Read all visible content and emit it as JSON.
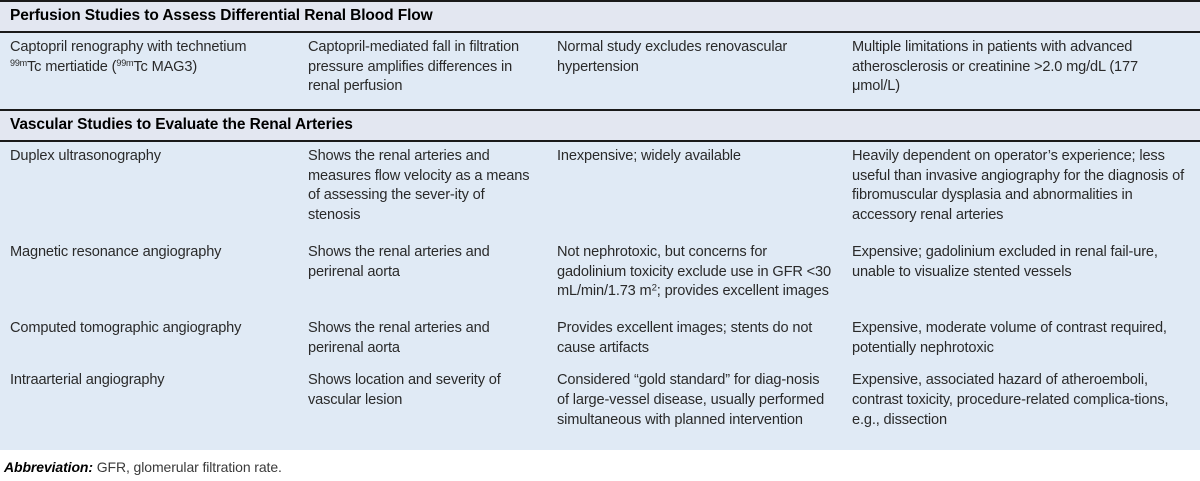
{
  "table": {
    "sections": [
      {
        "heading": "Perfusion Studies to Assess Differential Renal Blood Flow",
        "rows": [
          {
            "modality_line1": "Captopril renography with technetium",
            "modality_sup1": "99m",
            "modality_line2a": "Tc mertiatide (",
            "modality_sup2": "99m",
            "modality_line2b": "Tc MAG3)",
            "description": "Captopril-mediated fall in filtration pressure amplifies differences in renal perfusion",
            "advantages": "Normal study excludes renovascular hypertension",
            "limitations_a": "Multiple limitations in patients with advanced atherosclerosis or creatinine >2.0 mg/dL (177 ",
            "limitations_b": "μmol/L)"
          }
        ]
      },
      {
        "heading": "Vascular Studies to Evaluate the Renal Arteries",
        "rows": [
          {
            "modality": "Duplex ultrasonography",
            "description": "Shows the renal arteries and measures flow velocity as a means of assessing the sever-ity of stenosis",
            "advantages": "Inexpensive; widely available",
            "limitations": "Heavily dependent on operator’s experience; less useful than invasive angiography for the diagnosis of fibromuscular dysplasia and abnormalities in accessory renal arteries"
          },
          {
            "modality": "Magnetic resonance angiography",
            "description": "Shows the renal arteries and perirenal aorta",
            "advantages_a": "Not nephrotoxic, but concerns for gadolinium toxicity exclude use in GFR <30 mL/min/1.73 m",
            "advantages_sup": "2",
            "advantages_b": "; provides excellent images",
            "limitations": "Expensive; gadolinium excluded in renal fail-ure, unable to visualize stented vessels"
          },
          {
            "modality": "Computed tomographic angiography",
            "description": "Shows the renal arteries and perirenal aorta",
            "advantages": "Provides excellent images; stents do not cause artifacts",
            "limitations": "Expensive, moderate volume of contrast required, potentially nephrotoxic"
          },
          {
            "modality": "Intraarterial angiography",
            "description": "Shows location and severity of vascular lesion",
            "advantages": "Considered “gold standard” for diag-nosis of large-vessel disease, usually performed simultaneous with planned intervention",
            "limitations": "Expensive, associated hazard of atheroemboli, contrast toxicity, procedure-related complica-tions, e.g., dissection"
          }
        ]
      }
    ]
  },
  "footnote": {
    "label": "Abbreviation:",
    "text": " GFR, glomerular filtration rate."
  },
  "colors": {
    "body_row_background": "#e0eaf5",
    "section_header_background": "#e3e7f1",
    "rule": "#1a1a1a",
    "body_text": "#2a2a2a"
  }
}
